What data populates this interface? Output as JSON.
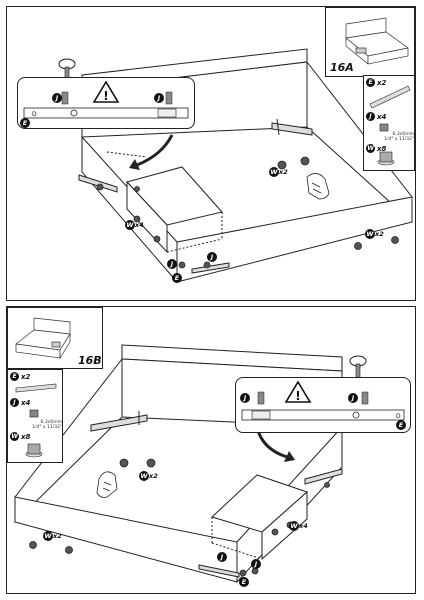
{
  "steps": [
    {
      "id": "16A",
      "label": "16A",
      "parts": [
        {
          "letter": "E",
          "qty": "x2"
        },
        {
          "letter": "J",
          "qty": "x4"
        },
        {
          "letter": "W",
          "qty": "x8"
        }
      ],
      "screw_size_metric": "6,3x6mm",
      "screw_size_imperial": "1/4\" x 11/32\"",
      "callout_letters": {
        "left": "J",
        "right": "J",
        "rail": "E",
        "end_mark": "D"
      },
      "tags": [
        {
          "letter": "W",
          "qty": "x2"
        },
        {
          "letter": "W",
          "qty": "x4"
        },
        {
          "letter": "W",
          "qty": "x2"
        },
        {
          "letter": "J",
          "qty": ""
        },
        {
          "letter": "J",
          "qty": ""
        },
        {
          "letter": "E",
          "qty": ""
        }
      ]
    },
    {
      "id": "16B",
      "label": "16B",
      "parts": [
        {
          "letter": "E",
          "qty": "x2"
        },
        {
          "letter": "J",
          "qty": "x4"
        },
        {
          "letter": "W",
          "qty": "x8"
        }
      ],
      "screw_size_metric": "6,3x6mm",
      "screw_size_imperial": "1/4\" x 11/32\"",
      "callout_letters": {
        "left": "J",
        "right": "J",
        "rail": "E",
        "end_mark": "D"
      },
      "tags": [
        {
          "letter": "W",
          "qty": "x2"
        },
        {
          "letter": "W",
          "qty": "x2"
        },
        {
          "letter": "W",
          "qty": "x4"
        },
        {
          "letter": "J",
          "qty": ""
        },
        {
          "letter": "J",
          "qty": ""
        },
        {
          "letter": "E",
          "qty": ""
        }
      ]
    }
  ],
  "warning_icon": "warning-triangle-icon",
  "warning_symbol": "!"
}
